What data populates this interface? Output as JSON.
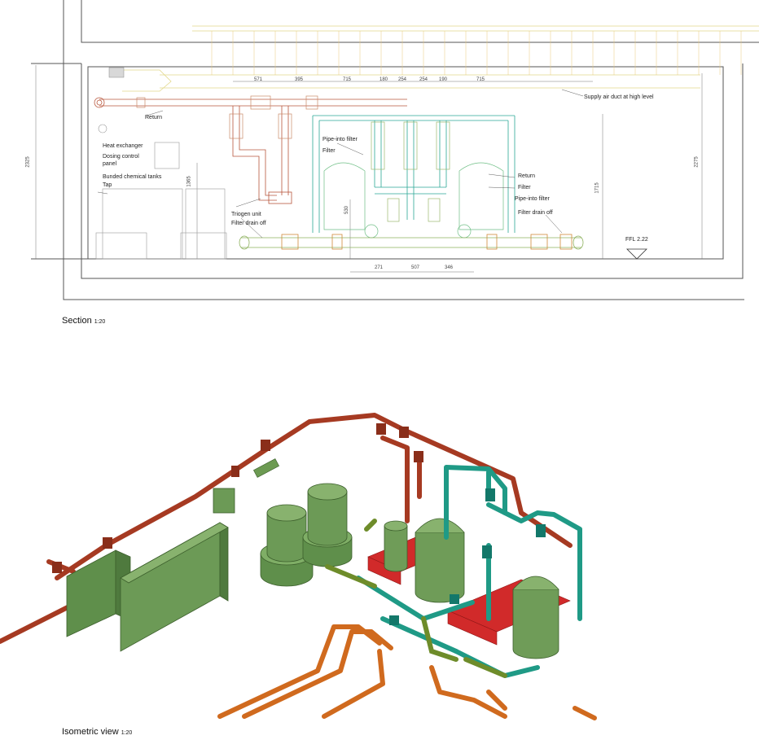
{
  "section": {
    "caption": "Section",
    "scale": "1:20",
    "labels": {
      "supply_air_duct": "Supply air duct at high level",
      "return_left": "Return",
      "heat_exchanger": "Heat exchanger",
      "dosing_control": "Dosing control",
      "panel": "panel",
      "bunded_tanks": "Bunded chemical tanks",
      "tap": "Tap",
      "triogen_unit": "Triogen unit",
      "filter_drain_left": "Filter drain off",
      "pipe_into_filter_left": "Pipe-into filter",
      "filter_left": "Filter",
      "return_right": "Return",
      "filter_right": "Filter",
      "pipe_into_filter_right": "Pipe-into filter",
      "filter_drain_right": "Filter drain off",
      "ffl": "FFL 2.22"
    },
    "top_dimensions": [
      "571",
      "395",
      "715",
      "180",
      "254",
      "254",
      "190",
      "715"
    ],
    "bottom_dimensions": [
      "271",
      "507",
      "346"
    ],
    "vertical_dimensions": {
      "left_overall": "2325",
      "tank_height": "1365",
      "filter_depth": "530",
      "right_inner": "1715",
      "right_overall": "2275"
    }
  },
  "isometric": {
    "caption": "Isometric view",
    "scale": "1:20"
  },
  "colors": {
    "return_pipe": "#a63a22",
    "flow_pipe": "#1f9a86",
    "drain_pipe": "#d06a1e",
    "plant_green": "#5e8f4a",
    "plinth_red": "#d12a2a",
    "duct_yellow": "#e8df9a"
  }
}
